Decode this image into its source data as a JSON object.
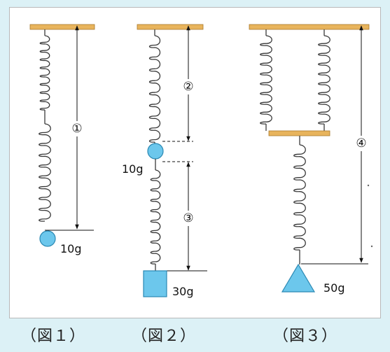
{
  "colors": {
    "background": "#dcf1f6",
    "panel": "#ffffff",
    "ceiling_bar": "#e8b45c",
    "weight_fill": "#6cc7ec",
    "weight_stroke": "#2a88b3",
    "spring": "#3a3a3a"
  },
  "figures": [
    {
      "caption": "（図１）",
      "length_label": "①",
      "weights": [
        {
          "shape": "circle",
          "label": "10g"
        }
      ]
    },
    {
      "caption": "（図２）",
      "length_labels": [
        "②",
        "③"
      ],
      "weights": [
        {
          "shape": "circle",
          "label": "10g"
        },
        {
          "shape": "square",
          "label": "30g"
        }
      ]
    },
    {
      "caption": "（図３）",
      "length_label": "④",
      "weights": [
        {
          "shape": "triangle",
          "label": "50g"
        }
      ]
    }
  ]
}
